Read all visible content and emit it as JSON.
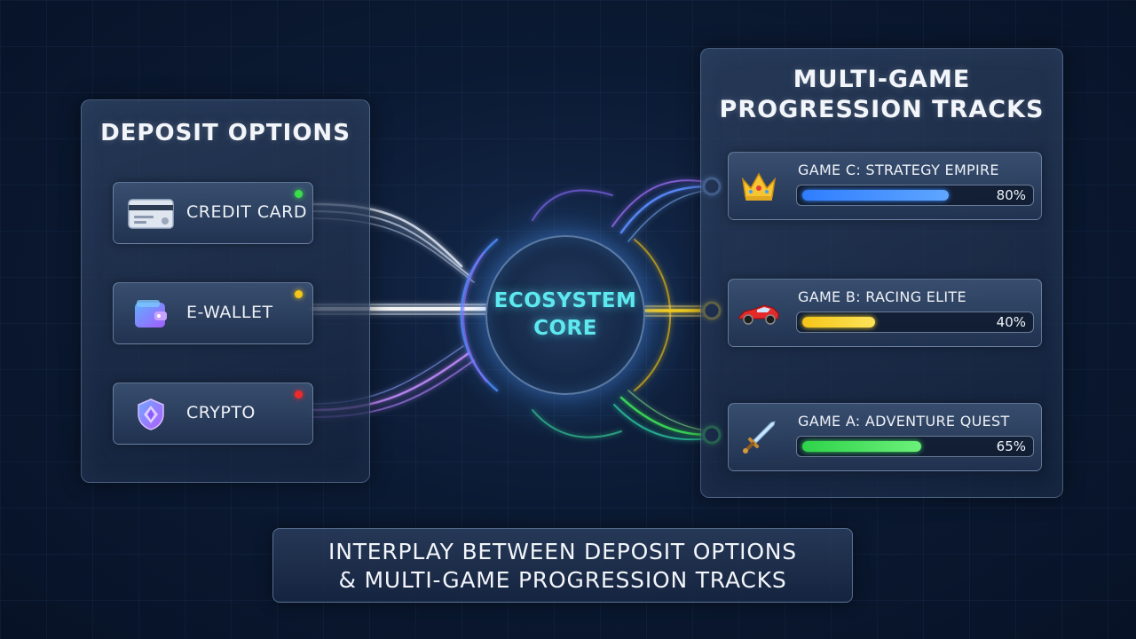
{
  "colors": {
    "background": "#0b1a33",
    "core_text": "#5ee8f0",
    "blue_track": "#3f8cff",
    "yellow_track": "#f5d020",
    "green_track": "#3ee05a",
    "status_green": "#39e04a",
    "status_yellow": "#f5c518",
    "status_red": "#ee2a2a"
  },
  "deposit_panel": {
    "title": "DEPOSIT OPTIONS",
    "options": [
      {
        "label": "CREDIT CARD",
        "icon": "credit-card-icon",
        "status": "green"
      },
      {
        "label": "E-WALLET",
        "icon": "wallet-icon",
        "status": "yellow"
      },
      {
        "label": "CRYPTO",
        "icon": "crypto-shield-icon",
        "status": "red"
      }
    ]
  },
  "core": {
    "line1": "ECOSYSTEM",
    "line2": "CORE"
  },
  "progression_panel": {
    "title_line1": "MULTI-GAME",
    "title_line2": "PROGRESSION TRACKS",
    "games": [
      {
        "name": "GAME C: STRATEGY EMPIRE",
        "progress": 80,
        "progress_label": "80%",
        "icon": "crown-icon",
        "color": "blue"
      },
      {
        "name": "GAME B: RACING ELITE",
        "progress": 40,
        "progress_label": "40%",
        "icon": "race-car-icon",
        "color": "yellow"
      },
      {
        "name": "GAME A: ADVENTURE QUEST",
        "progress": 65,
        "progress_label": "65%",
        "icon": "sword-icon",
        "color": "green"
      }
    ]
  },
  "caption": {
    "line1": "INTERPLAY BETWEEN DEPOSIT OPTIONS",
    "line2": "& MULTI-GAME PROGRESSION TRACKS"
  }
}
